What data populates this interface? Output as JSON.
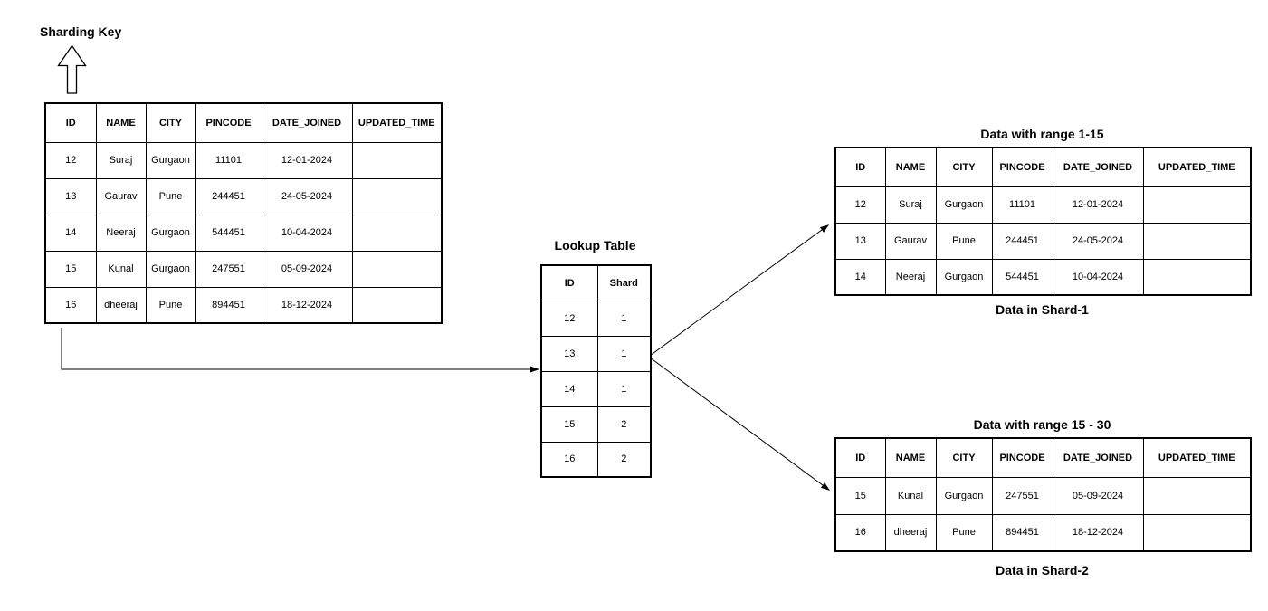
{
  "labels": {
    "sharding_key": "Sharding Key"
  },
  "tables": {
    "main": {
      "columns": [
        "ID",
        "NAME",
        "CITY",
        "PINCODE",
        "DATE_JOINED",
        "UPDATED_TIME"
      ],
      "rows": [
        [
          "12",
          "Suraj",
          "Gurgaon",
          "11101",
          "12-01-2024",
          ""
        ],
        [
          "13",
          "Gaurav",
          "Pune",
          "244451",
          "24-05-2024",
          ""
        ],
        [
          "14",
          "Neeraj",
          "Gurgaon",
          "544451",
          "10-04-2024",
          ""
        ],
        [
          "15",
          "Kunal",
          "Gurgaon",
          "247551",
          "05-09-2024",
          ""
        ],
        [
          "16",
          "dheeraj",
          "Pune",
          "894451",
          "18-12-2024",
          ""
        ]
      ]
    },
    "lookup": {
      "title": "Lookup Table",
      "columns": [
        "ID",
        "Shard"
      ],
      "rows": [
        [
          "12",
          "1"
        ],
        [
          "13",
          "1"
        ],
        [
          "14",
          "1"
        ],
        [
          "15",
          "2"
        ],
        [
          "16",
          "2"
        ]
      ]
    },
    "shard1": {
      "title": "Data with range 1-15",
      "caption": "Data in Shard-1",
      "columns": [
        "ID",
        "NAME",
        "CITY",
        "PINCODE",
        "DATE_JOINED",
        "UPDATED_TIME"
      ],
      "rows": [
        [
          "12",
          "Suraj",
          "Gurgaon",
          "11101",
          "12-01-2024",
          ""
        ],
        [
          "13",
          "Gaurav",
          "Pune",
          "244451",
          "24-05-2024",
          ""
        ],
        [
          "14",
          "Neeraj",
          "Gurgaon",
          "544451",
          "10-04-2024",
          ""
        ]
      ]
    },
    "shard2": {
      "title": "Data with range 15 - 30",
      "caption": "Data in Shard-2",
      "columns": [
        "ID",
        "NAME",
        "CITY",
        "PINCODE",
        "DATE_JOINED",
        "UPDATED_TIME"
      ],
      "rows": [
        [
          "15",
          "Kunal",
          "Gurgaon",
          "247551",
          "05-09-2024",
          ""
        ],
        [
          "16",
          "dheeraj",
          "Pune",
          "894451",
          "18-12-2024",
          ""
        ]
      ]
    }
  },
  "colors": {
    "line": "#000000",
    "text": "#000000",
    "background": "#ffffff"
  }
}
